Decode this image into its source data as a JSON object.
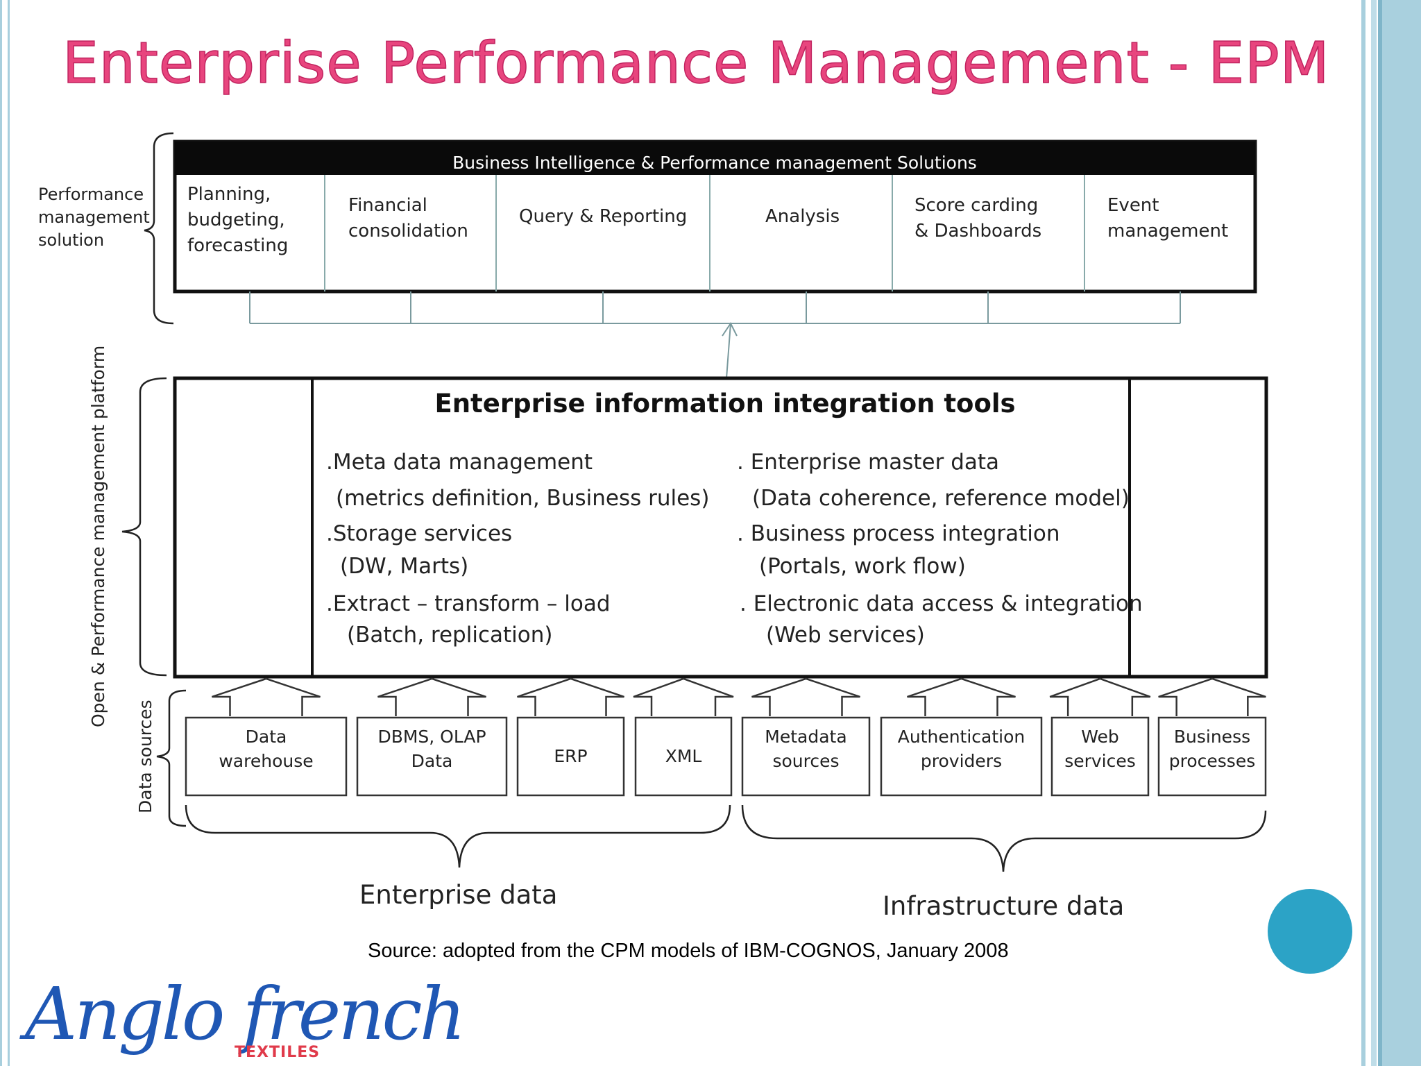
{
  "slide": {
    "title": "Enterprise Performance Management  - EPM",
    "source": "Source: adopted from the CPM models of IBM-COGNOS, January 2008"
  },
  "logo": {
    "main": "Anglo french",
    "sub": "TEXTILES"
  },
  "colors": {
    "title": "#e8457e",
    "frame": "#a8cfdd",
    "nav_circle": "#2ca3c6",
    "logo_blue": "#1f57b4",
    "logo_red": "#e03a4a"
  },
  "diagram": {
    "pm_label": [
      "Performance",
      "management",
      "solution"
    ],
    "platform_label": "Open & Performance management platform",
    "sources_label": "Data sources",
    "bi_header": "Business Intelligence &  Performance management Solutions",
    "bi_cells": [
      [
        "Planning,",
        "budgeting,",
        "forecasting"
      ],
      [
        "Financial",
        "consolidation"
      ],
      [
        "Query & Reporting"
      ],
      [
        "Analysis"
      ],
      [
        "Score carding",
        "& Dashboards"
      ],
      [
        "Event",
        "management"
      ]
    ],
    "eii_title": "Enterprise information integration tools",
    "eii_left": [
      ".Meta data management",
      "(metrics definition, Business rules)",
      ".Storage services",
      "(DW, Marts)",
      ".Extract – transform – load",
      "(Batch, replication)"
    ],
    "eii_right": [
      ". Enterprise master data",
      "(Data coherence, reference model)",
      ". Business process integration",
      "(Portals, work flow)",
      ". Electronic data access & integration",
      "(Web services)"
    ],
    "sources": [
      [
        "Data",
        "warehouse"
      ],
      [
        "DBMS, OLAP",
        "Data"
      ],
      [
        "ERP"
      ],
      [
        "XML"
      ],
      [
        "Metadata",
        "sources"
      ],
      [
        "Authentication",
        "providers"
      ],
      [
        "Web",
        "services"
      ],
      [
        "Business",
        "processes"
      ]
    ],
    "enterprise_data": "Enterprise data",
    "infrastructure_data": "Infrastructure  data"
  }
}
